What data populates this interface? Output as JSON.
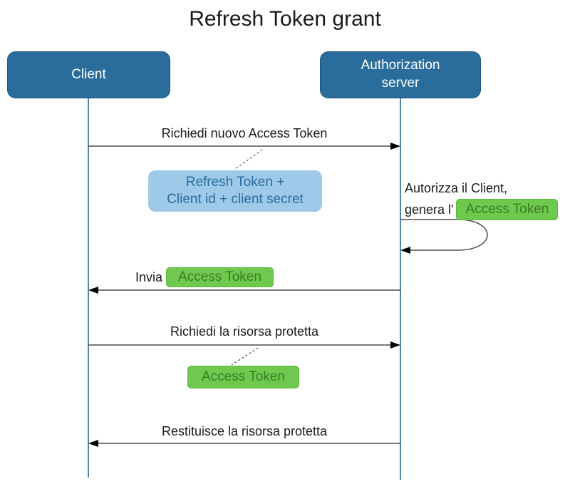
{
  "title": "Refresh Token grant",
  "actors": {
    "client": "Client",
    "auth_server": "Authorization server"
  },
  "messages": {
    "m1": "Richiedi nuovo Access Token",
    "note": {
      "line1": "Refresh Token +",
      "line2": "Client id + client secret"
    },
    "self": {
      "line1": "Autorizza il Client,",
      "line2_prefix": "genera l'",
      "badge": "Access Token"
    },
    "m2": {
      "prefix": "Invia",
      "badge": "Access Token"
    },
    "m3": "Richiedi la risorsa protetta",
    "m3_badge": "Access Token",
    "m4": "Restituisce la risorsa protetta"
  },
  "colors": {
    "actor_fill": "#2a6d9c",
    "actor_text": "#ffffff",
    "note_fill": "#9ec9e8",
    "note_text": "#2a6d9e",
    "badge_fill": "#6fc94e",
    "badge_text": "#3b7d26",
    "lifeline": "#4a86b0",
    "arrow_line": "#4d4d4d",
    "arrowhead": "#000000",
    "text": "#1a1a1a"
  }
}
